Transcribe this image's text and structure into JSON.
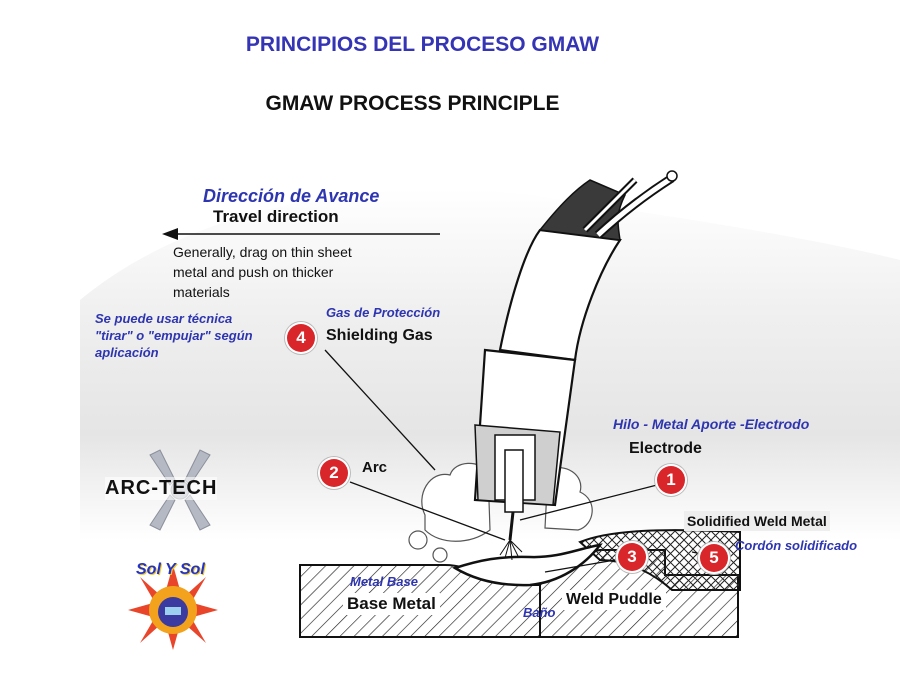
{
  "title_es": "PRINCIPIOS DEL PROCESO GMAW",
  "title_en": "GMAW PROCESS PRINCIPLE",
  "travel": {
    "es": "Dirección de Avance",
    "en": "Travel direction",
    "note_en": "Generally, drag on thin sheet metal and push on thicker materials",
    "note_es": "Se puede usar técnica \"tirar\" o \"empujar\" según aplicación"
  },
  "labels": {
    "shielding_gas": {
      "num": "4",
      "es": "Gas de Protección",
      "en": "Shielding Gas"
    },
    "arc": {
      "num": "2",
      "en": "Arc"
    },
    "electrode": {
      "num": "1",
      "es": "Hilo - Metal Aporte -Electrodo",
      "en": "Electrode"
    },
    "weld_puddle": {
      "num": "3",
      "en": "Weld Puddle",
      "es": "Baño"
    },
    "solidified": {
      "num": "5",
      "en": "Solidified Weld Metal",
      "es": "Cordón solidificado"
    },
    "base_metal": {
      "en": "Base Metal",
      "es": "Metal Base"
    }
  },
  "logos": {
    "arc_tech": "ARC-TECH",
    "sol_y_sol": "Sol Y Sol"
  },
  "colors": {
    "title_blue": "#3434b5",
    "badge_red": "#d8262a",
    "text_blue": "#2e35b0"
  }
}
